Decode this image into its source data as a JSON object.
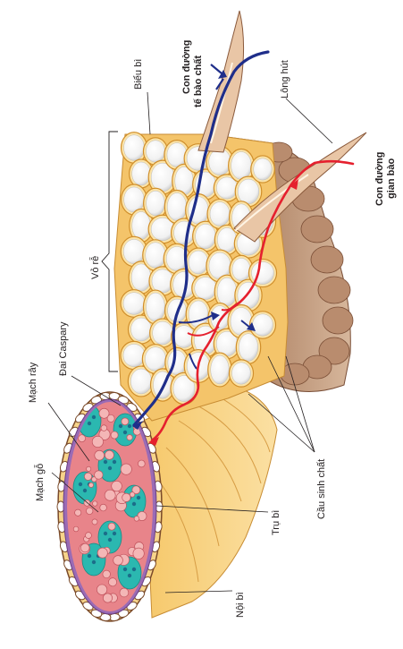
{
  "labels": {
    "bieu_bi": "Biểu bì",
    "cd_te_bao_chat_1": "Con đường",
    "cd_te_bao_chat_2": "tế bào chất",
    "long_hut": "Lông hút",
    "cd_gian_bao_1": "Con đường",
    "cd_gian_bao_2": "gian bào",
    "vo_re": "Vỏ rễ",
    "dai_caspary": "Đai Caspary",
    "mach_ray": "Mạch rây",
    "mach_go": "Mạch gỗ",
    "tru_bi": "Trụ bì",
    "cau_sinh_chat": "Cầu sinh chất",
    "noi_bi": "Nội bì"
  },
  "colors": {
    "symplast_path": "#1f2e8a",
    "apoplast_path": "#e5202e",
    "cell_wall": "#e8b24a",
    "cell_fill": "#fbe3a8",
    "vacuole": "#ffffff",
    "outer_tissue": "#b07a5a",
    "xylem": "#e8848a",
    "phloem": "#2bb8b0",
    "pericycle": "#9a6bb5",
    "endodermis": "#7a4a2a"
  }
}
